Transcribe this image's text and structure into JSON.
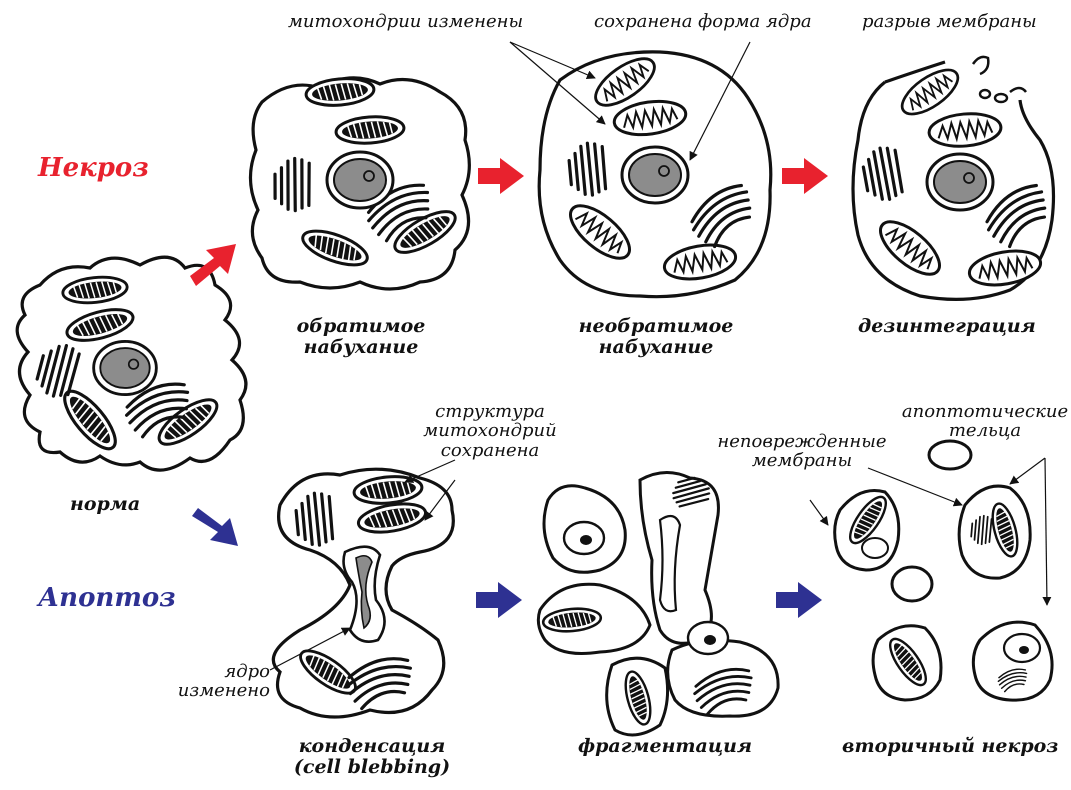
{
  "colors": {
    "necrosis": "#e8222e",
    "apoptosis": "#2e3192",
    "nucleus": "#8c8c8c",
    "ink": "#111111"
  },
  "headings": {
    "necrosis": "Некроз",
    "apoptosis": "Апоптоз"
  },
  "stages": {
    "normal": "норма",
    "reversible": [
      "обратимое",
      "набухание"
    ],
    "irreversible": [
      "необратимое",
      "набухание"
    ],
    "disintegration": "дезинтеграция",
    "condensation": [
      "конденсация",
      "(cell blebbing)"
    ],
    "fragmentation": "фрагментация",
    "secondary": "вторичный некроз"
  },
  "annotations": {
    "mito_changed": "митохондрии изменены",
    "nucleus_shape": "сохранена форма ядра",
    "membrane_rupture": "разрыв мембраны",
    "mito_structure": [
      "структура",
      "митохондрий",
      "сохранена"
    ],
    "nucleus_changed": [
      "ядро",
      "изменено"
    ],
    "intact_membranes": [
      "неповрежденные",
      "мембраны"
    ],
    "apoptotic_bodies": [
      "апоптотические",
      "тельца"
    ]
  }
}
